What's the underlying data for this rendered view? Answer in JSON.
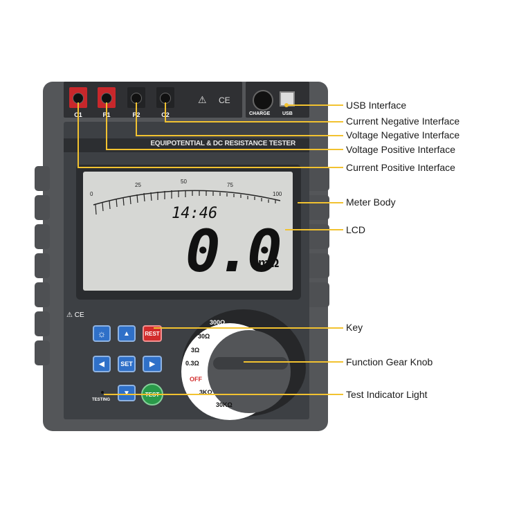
{
  "device": {
    "title": "EQUIPOTENTIAL & DC RESISTANCE TESTER",
    "jacks": [
      "C1",
      "P1",
      "P2",
      "C2"
    ],
    "charge_label": "CHARGE",
    "usb_label": "USB",
    "ce_mark": "CE",
    "warning_mark": "⚠",
    "keypad_marks": "⚠ CE"
  },
  "lcd": {
    "scale_ticks": [
      "0",
      "25",
      "50",
      "75",
      "100"
    ],
    "time": "14:46",
    "reading": "0.0",
    "unit": "mΩ"
  },
  "keys": {
    "backlight": "☼",
    "up": "▲",
    "rest": "REST",
    "left": "◀",
    "set": "SET",
    "right": "▶",
    "down": "▼",
    "test": "TEST",
    "testing_label": "TESTING"
  },
  "dial": {
    "ranges": [
      "300Ω",
      "30Ω",
      "3Ω",
      "0.3Ω",
      "OFF",
      "3KΩ",
      "30KΩ"
    ]
  },
  "callouts": [
    "USB Interface",
    "Current Negative Interface",
    "Voltage Negative Interface",
    "Voltage Positive Interface",
    "Current Positive Interface",
    "Meter Body",
    "LCD",
    "Key",
    "Function Gear Knob",
    "Test Indicator Light"
  ],
  "colors": {
    "callout_line": "#f2c230",
    "body": "#545659",
    "lcd": "#d6d7d4"
  }
}
